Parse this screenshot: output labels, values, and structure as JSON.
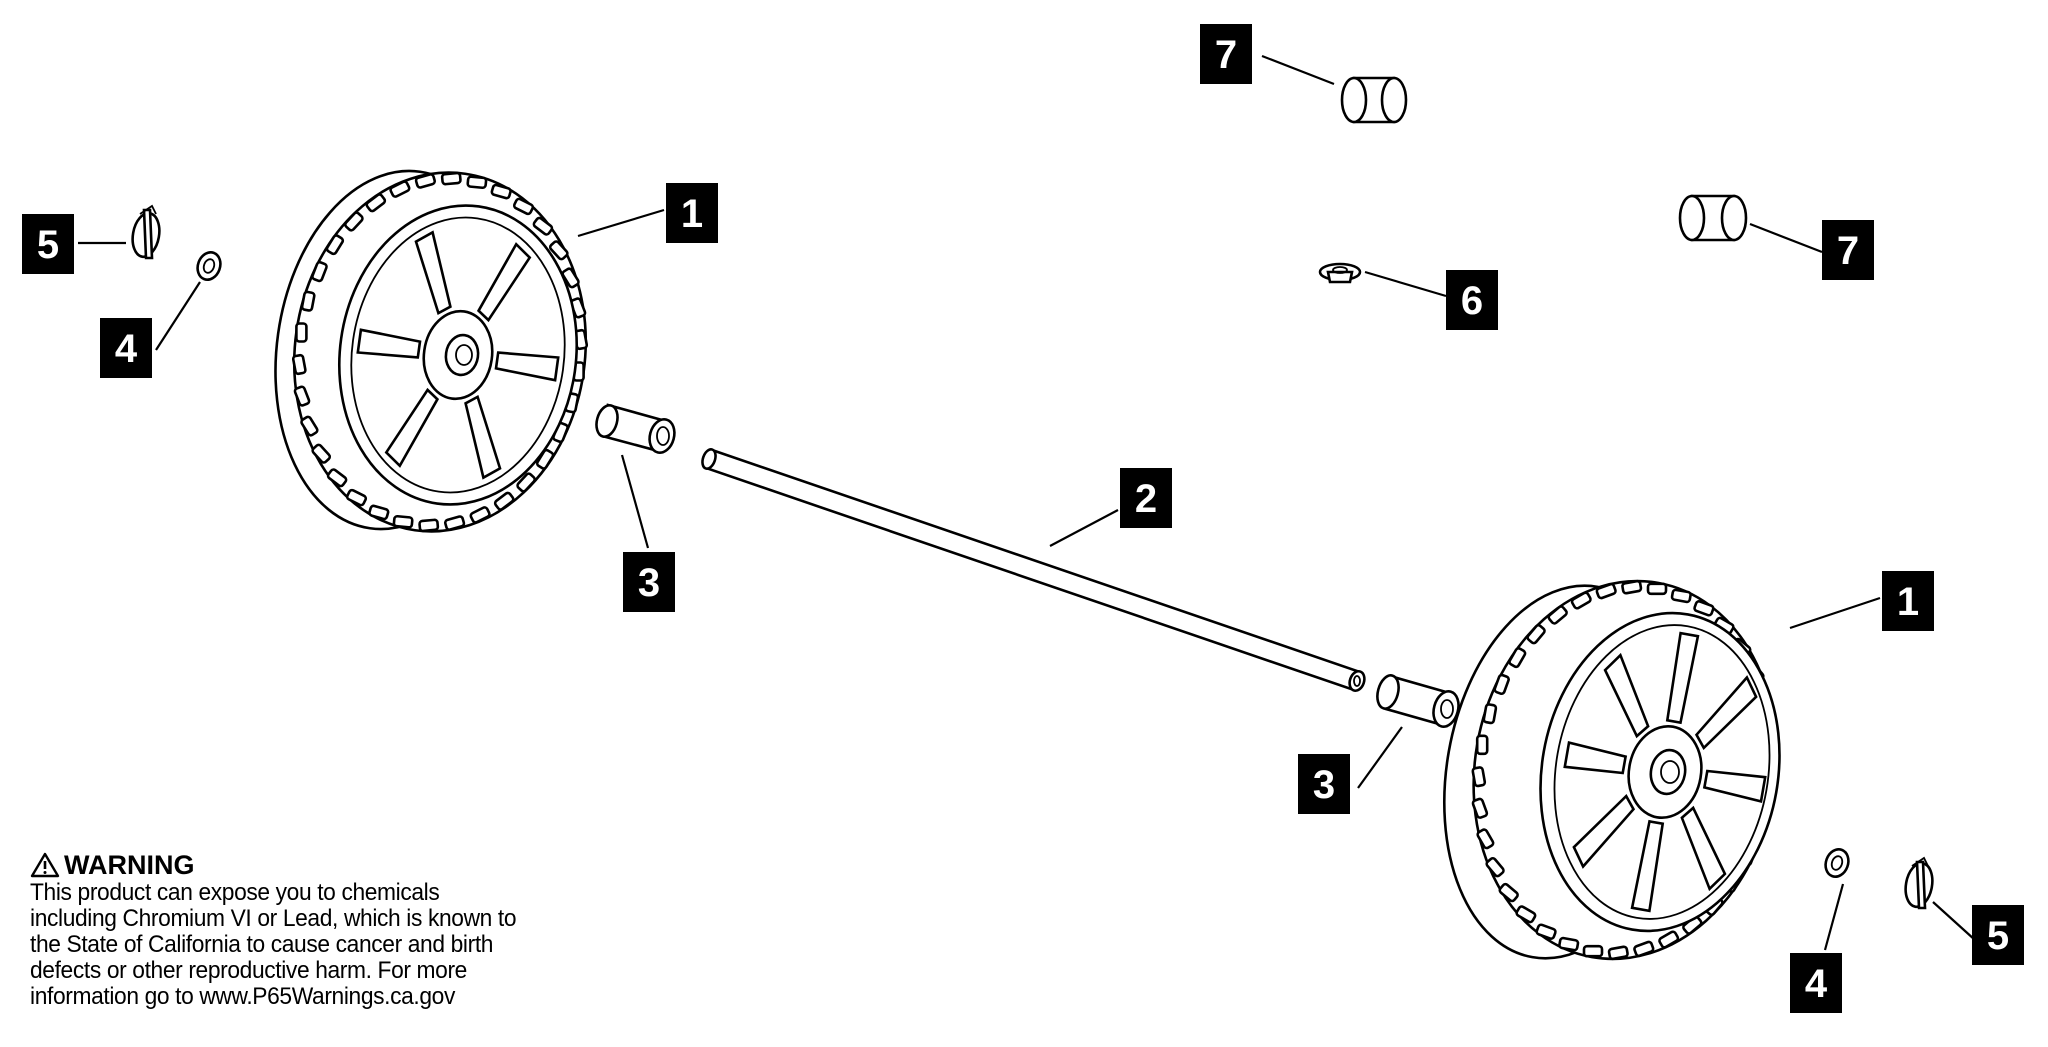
{
  "callouts": {
    "wheel_left": "1",
    "wheel_right": "1",
    "axle": "2",
    "spacer_left": "3",
    "spacer_right": "3",
    "washer_left": "4",
    "washer_right": "4",
    "pin_left": "5",
    "pin_right": "5",
    "plug": "6",
    "cap_top": "7",
    "cap_right": "7"
  },
  "warning": {
    "icon": "warning-triangle-icon",
    "title": "WARNING",
    "body": "This product can expose you to chemicals\nincluding Chromium VI or Lead, which is known to\nthe State of California to cause cancer and birth\ndefects or other reproductive harm.  For more\ninformation go to www.P65Warnings.ca.gov"
  },
  "colors": {
    "ink": "#000000",
    "paper": "#ffffff"
  }
}
